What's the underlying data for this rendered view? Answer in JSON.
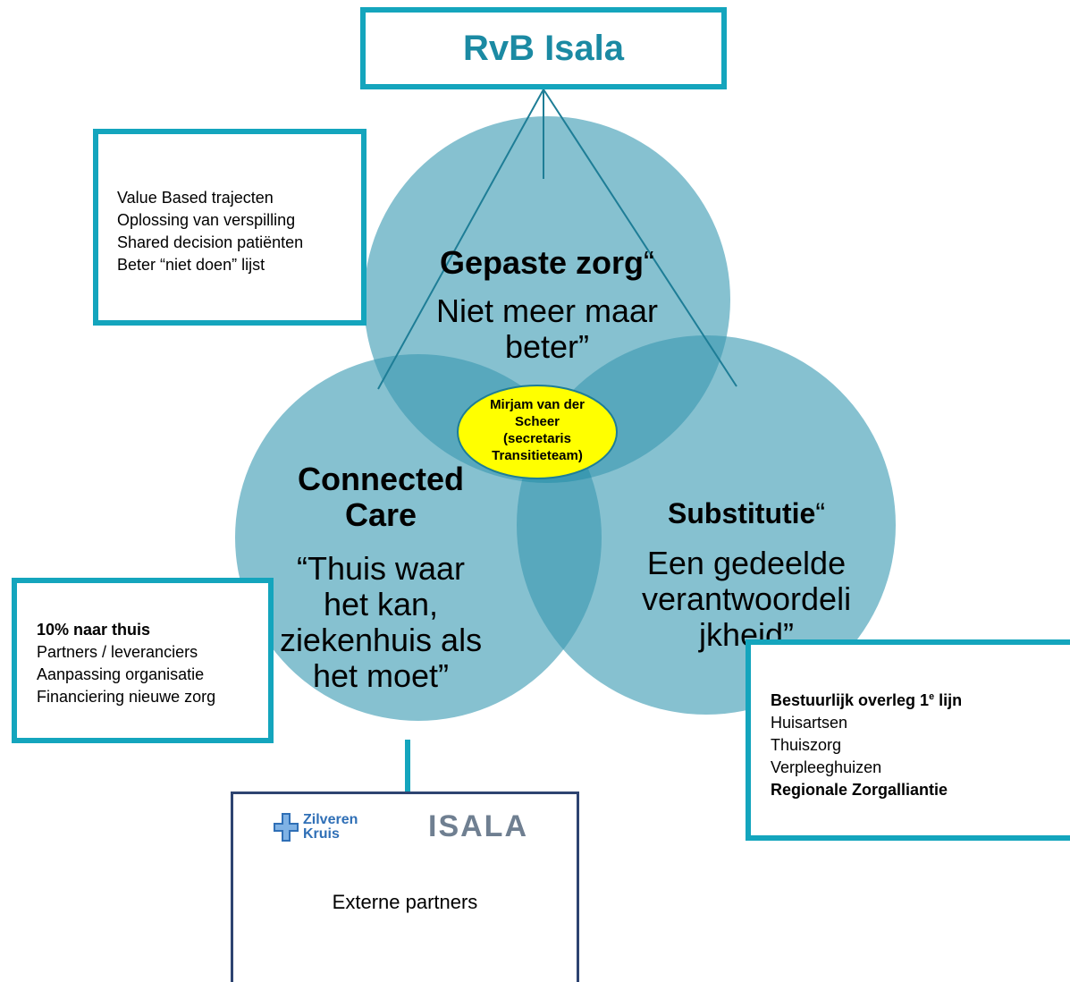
{
  "colors": {
    "accent_border": "#14a5bd",
    "title_text": "#1b8aa3",
    "circle_fill": "#86c1d0",
    "overlap_fill": "#58a8bd",
    "center_fill": "#3b99b1",
    "connector_line": "#1e7d96",
    "secretary_fill": "#ffff00",
    "partners_border": "#2e4471"
  },
  "title": "RvB Isala",
  "gepaste": {
    "title": "Gepaste zorg",
    "title_suffix": "“",
    "body_line1": "Niet meer maar",
    "body_line2": "beter”"
  },
  "connected": {
    "title_line1": "Connected",
    "title_line2": "Care",
    "body_line1": "“Thuis waar",
    "body_line2": "het kan,",
    "body_line3": "ziekenhuis als",
    "body_line4": "het moet”"
  },
  "substitutie": {
    "title": "Substitutie",
    "title_suffix": "“",
    "body_line1": "Een gedeelde",
    "body_line2": "verantwoordeli",
    "body_line3": "jkheid”"
  },
  "secretary": {
    "line1": "Mirjam van der",
    "line2": "Scheer",
    "line3": "(secretaris",
    "line4": "Transitieteam)"
  },
  "value_box": {
    "items": [
      "Value Based trajecten",
      "Oplossing van verspilling",
      "Shared decision patiënten",
      "Beter “niet doen” lijst"
    ]
  },
  "home_box": {
    "heading": "10%  naar thuis",
    "items": [
      "Partners / leveranciers",
      "Aanpassing organisatie",
      "Financiering nieuwe zorg"
    ]
  },
  "governance_box": {
    "heading_prefix": "Bestuurlijk overleg 1",
    "heading_sup": "e",
    "heading_suffix": " lijn",
    "items": [
      "Huisartsen",
      "Thuiszorg",
      "Verpleeghuizen"
    ],
    "footer": "Regionale Zorgalliantie"
  },
  "partners_box": {
    "logo_zilveren_line1": "Zilveren",
    "logo_zilveren_line2": "Kruis",
    "logo_isala": "ISALA",
    "label": "Externe partners"
  }
}
